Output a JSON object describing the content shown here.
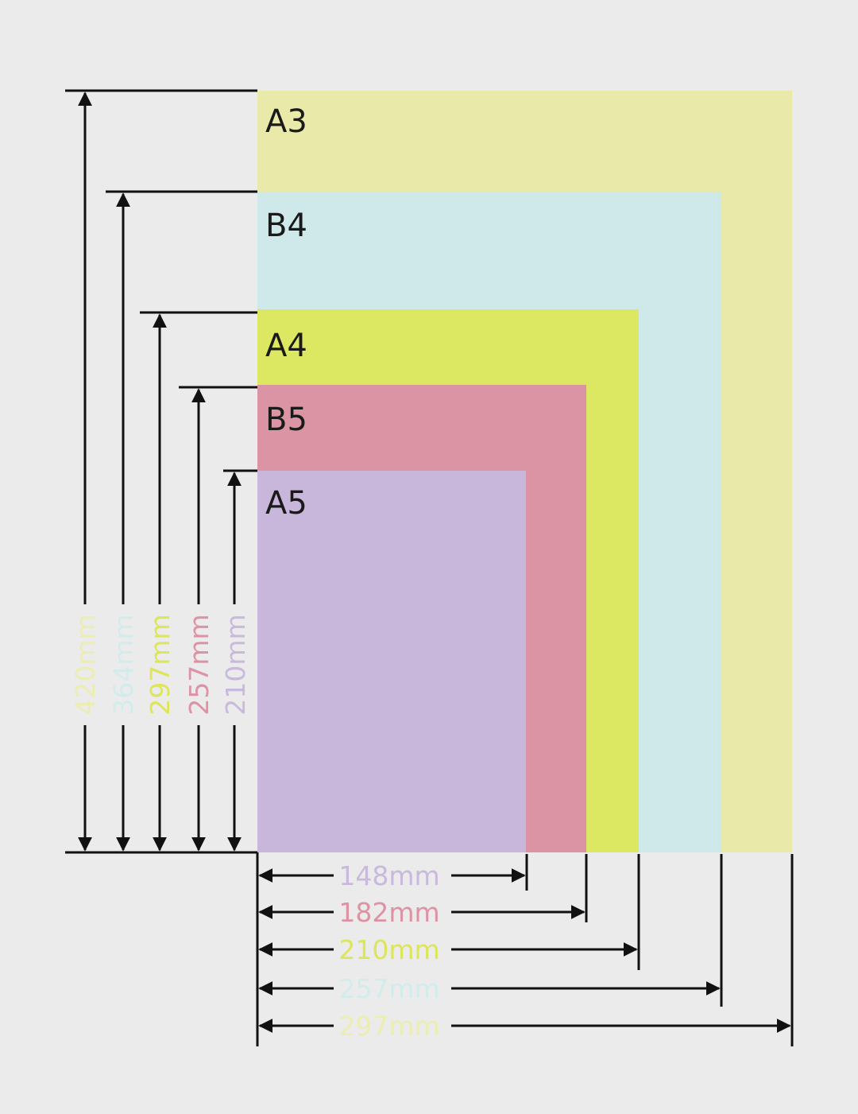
{
  "papers": [
    {
      "id": "a3",
      "label": "A3",
      "color": "#e9eaaa"
    },
    {
      "id": "b4",
      "label": "B4",
      "color": "#cfe9ea"
    },
    {
      "id": "a4",
      "label": "A4",
      "color": "#dde862"
    },
    {
      "id": "b5",
      "label": "B5",
      "color": "#db94a3"
    },
    {
      "id": "a5",
      "label": "A5",
      "color": "#c8b7db"
    }
  ],
  "heights": [
    {
      "id": "a3",
      "label": "420mm",
      "color": "#ecedb0"
    },
    {
      "id": "b4",
      "label": "364mm",
      "color": "#d2ecec"
    },
    {
      "id": "a4",
      "label": "297mm",
      "color": "#dde558"
    },
    {
      "id": "b5",
      "label": "257mm",
      "color": "#dd93a4"
    },
    {
      "id": "a5",
      "label": "210mm",
      "color": "#c9b9dc"
    }
  ],
  "widths": [
    {
      "id": "a5",
      "label": "148mm",
      "color": "#c9b9dc"
    },
    {
      "id": "b5",
      "label": "182mm",
      "color": "#dd93a4"
    },
    {
      "id": "a4",
      "label": "210mm",
      "color": "#dde558"
    },
    {
      "id": "b4",
      "label": "257mm",
      "color": "#d2ecec"
    },
    {
      "id": "a3",
      "label": "297mm",
      "color": "#ecedb0"
    }
  ]
}
